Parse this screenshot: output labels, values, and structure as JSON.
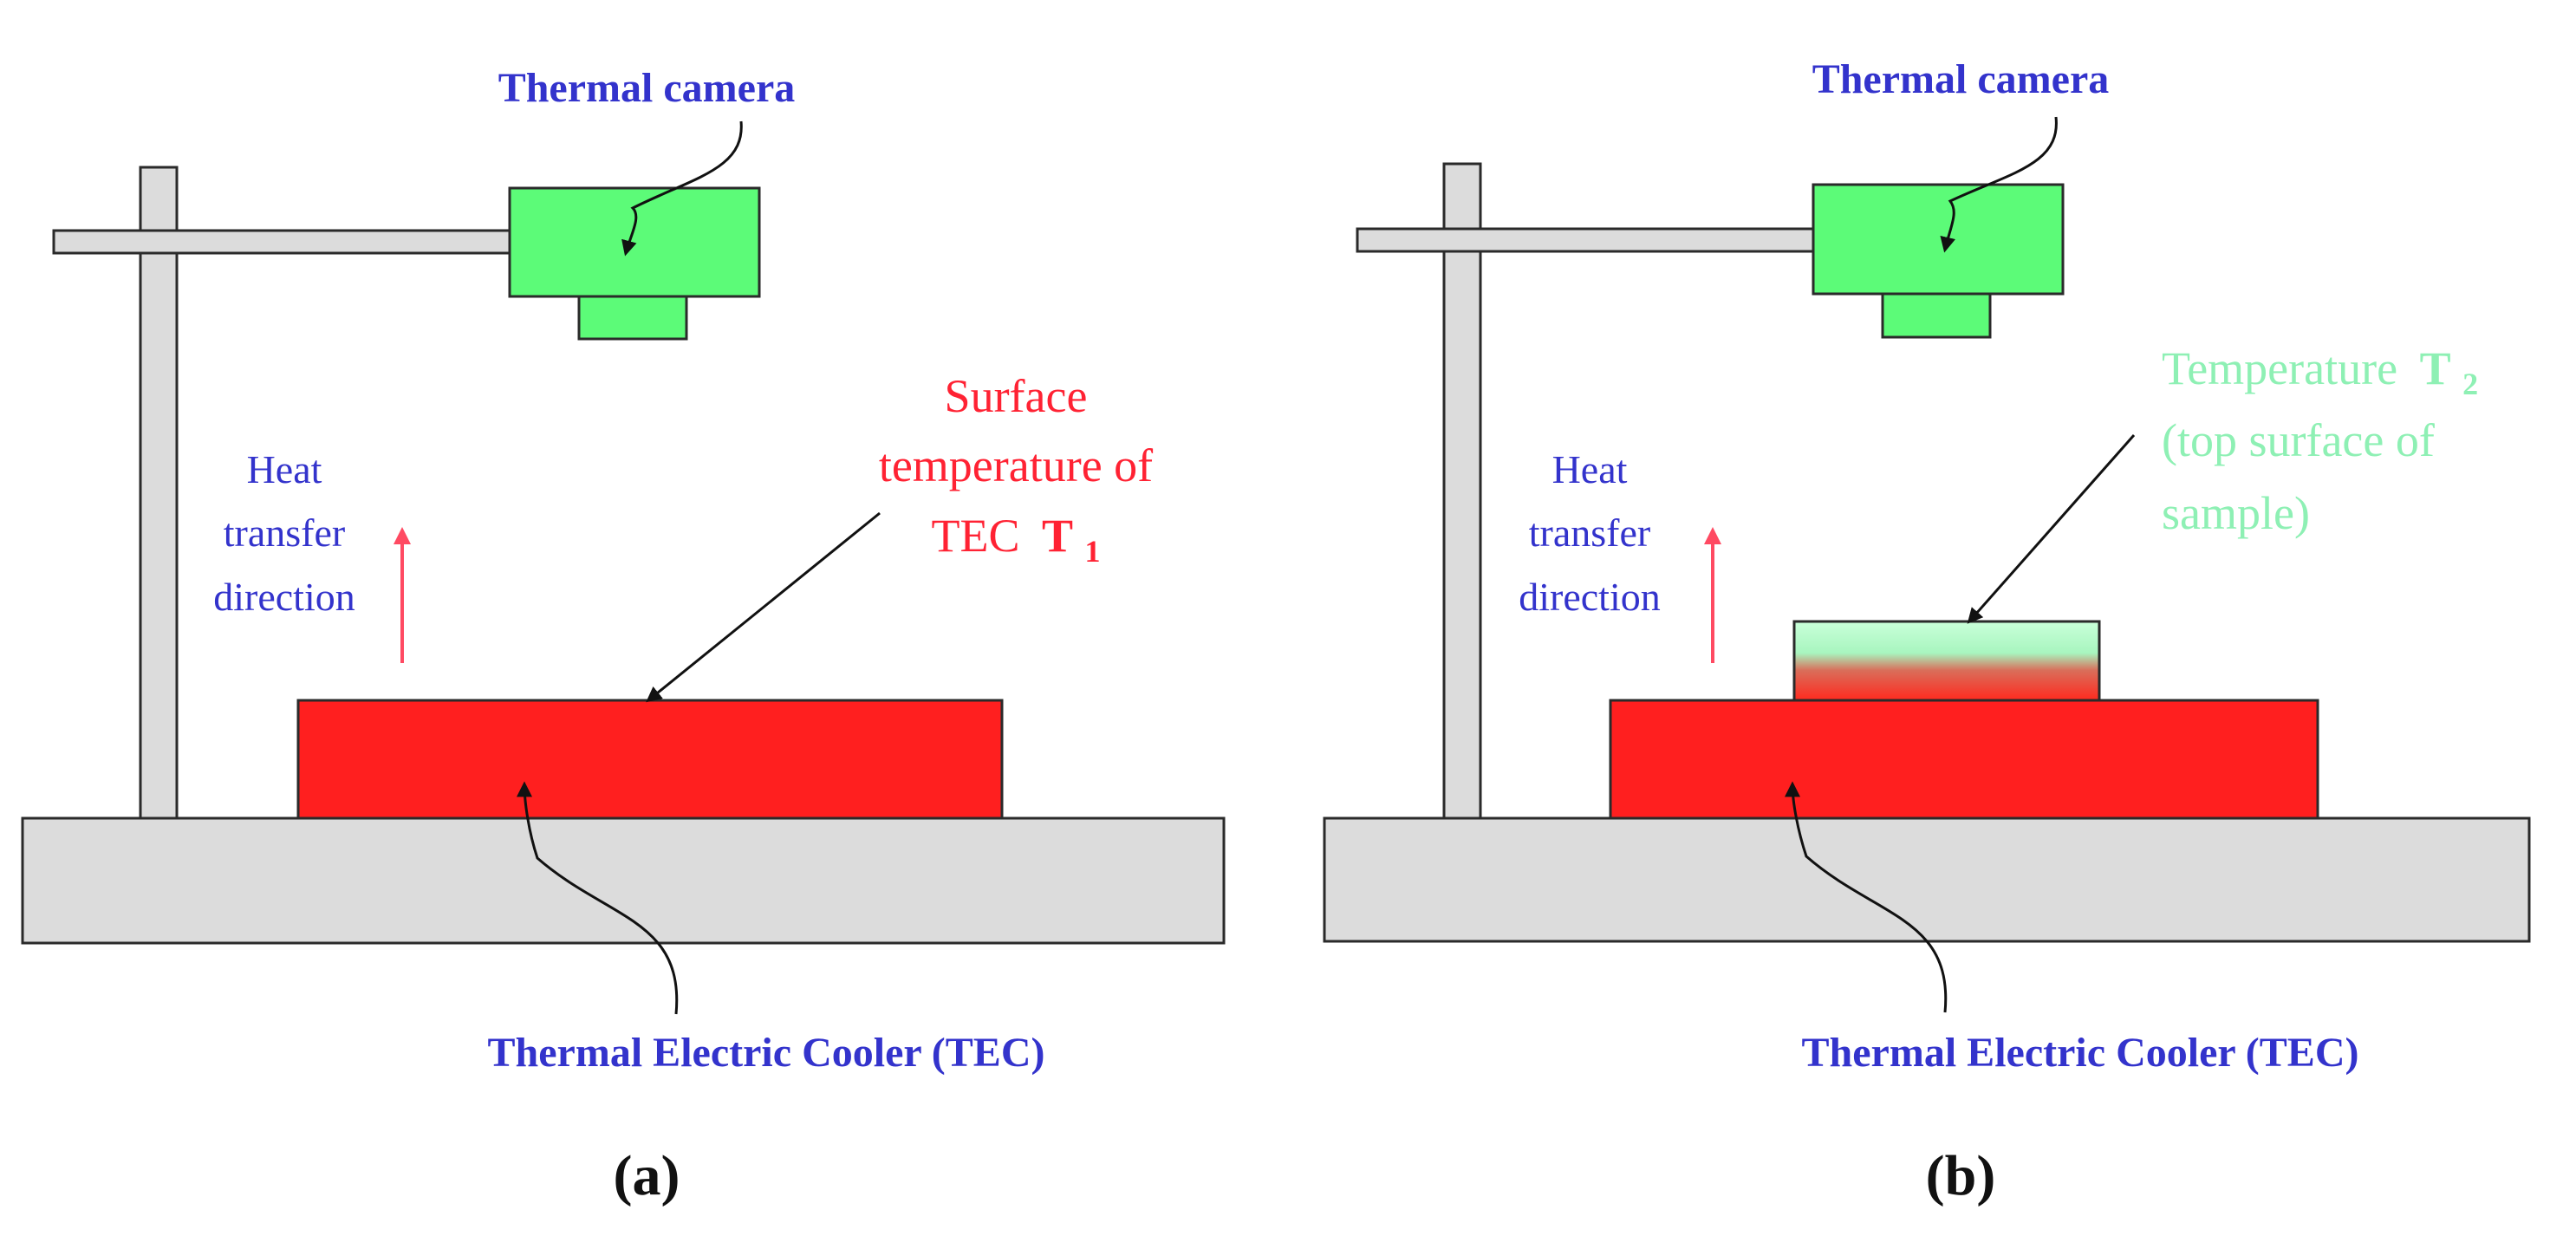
{
  "colors": {
    "base": "#dcdcdc",
    "stand": "#dcdcdc",
    "camera": "#5cfb78",
    "tec": "#ff1f1f",
    "arrow_red": "#ff4a62",
    "label_blue": "#3333cc",
    "label_red": "#ff2233",
    "label_mint": "#8ef0b4",
    "sample_top": "#c9ffd9",
    "sample_bottom": "#ff2a1f"
  },
  "panel_a": {
    "camera_label": "Thermal camera",
    "heat_line1": "Heat",
    "heat_line2": "transfer",
    "heat_line3": "direction",
    "surface_line1": "Surface",
    "surface_line2": "temperature of",
    "surface_line3_prefix": "TEC",
    "surface_symbol": "T",
    "surface_subscript": "1",
    "tec_label": "Thermal Electric Cooler (TEC)",
    "caption": "(a)"
  },
  "panel_b": {
    "camera_label": "Thermal camera",
    "heat_line1": "Heat",
    "heat_line2": "transfer",
    "heat_line3": "direction",
    "temp_line1_prefix": "Temperature",
    "temp_symbol": "T",
    "temp_subscript": "2",
    "temp_line2": "(top surface of",
    "temp_line3": "sample)",
    "tec_label": "Thermal Electric Cooler (TEC)",
    "caption": "(b)"
  }
}
